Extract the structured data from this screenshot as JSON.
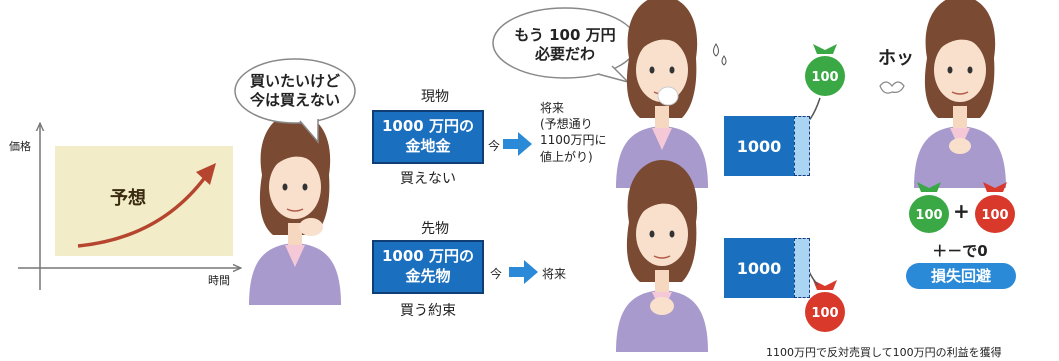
{
  "chart": {
    "y_axis_label": "価格",
    "x_axis_label": "時間",
    "forecast_label": "予想"
  },
  "speech": {
    "want_to_buy": [
      "買いたいけど",
      "今は買えない"
    ],
    "need_more": [
      "もう 100 万円",
      "必要だわ"
    ],
    "relief": "ホッ"
  },
  "spot": {
    "title": "現物",
    "box_lines": [
      "1000 万円の",
      "金地金"
    ],
    "note": "買えない",
    "now_label": "今",
    "future_label": [
      "将来",
      "(予想通り",
      "1100万円に",
      "値上がり)"
    ]
  },
  "futures": {
    "title": "先物",
    "box_lines": [
      "1000 万円の",
      "金先物"
    ],
    "note": "買う約束",
    "now_label": "今",
    "future_label": "将来"
  },
  "values": {
    "base_amount": "1000",
    "bag_amount": "100"
  },
  "result": {
    "plus_sign": "+",
    "plus_minus_zero": "＋－で0",
    "loss_avoided": "損失回避",
    "footer": "1100万円で反対売買して100万円の利益を獲得"
  },
  "colors": {
    "box_blue": "#1a6fbf",
    "arrow_blue": "#2a8ad8",
    "bag_green": "#3aa845",
    "bag_red": "#d8392b",
    "chart_bg": "#f2ecc8",
    "trend_arrow": "#b5452e",
    "woman_outfit": "#a89acd",
    "woman_hair": "#7a4a33"
  }
}
